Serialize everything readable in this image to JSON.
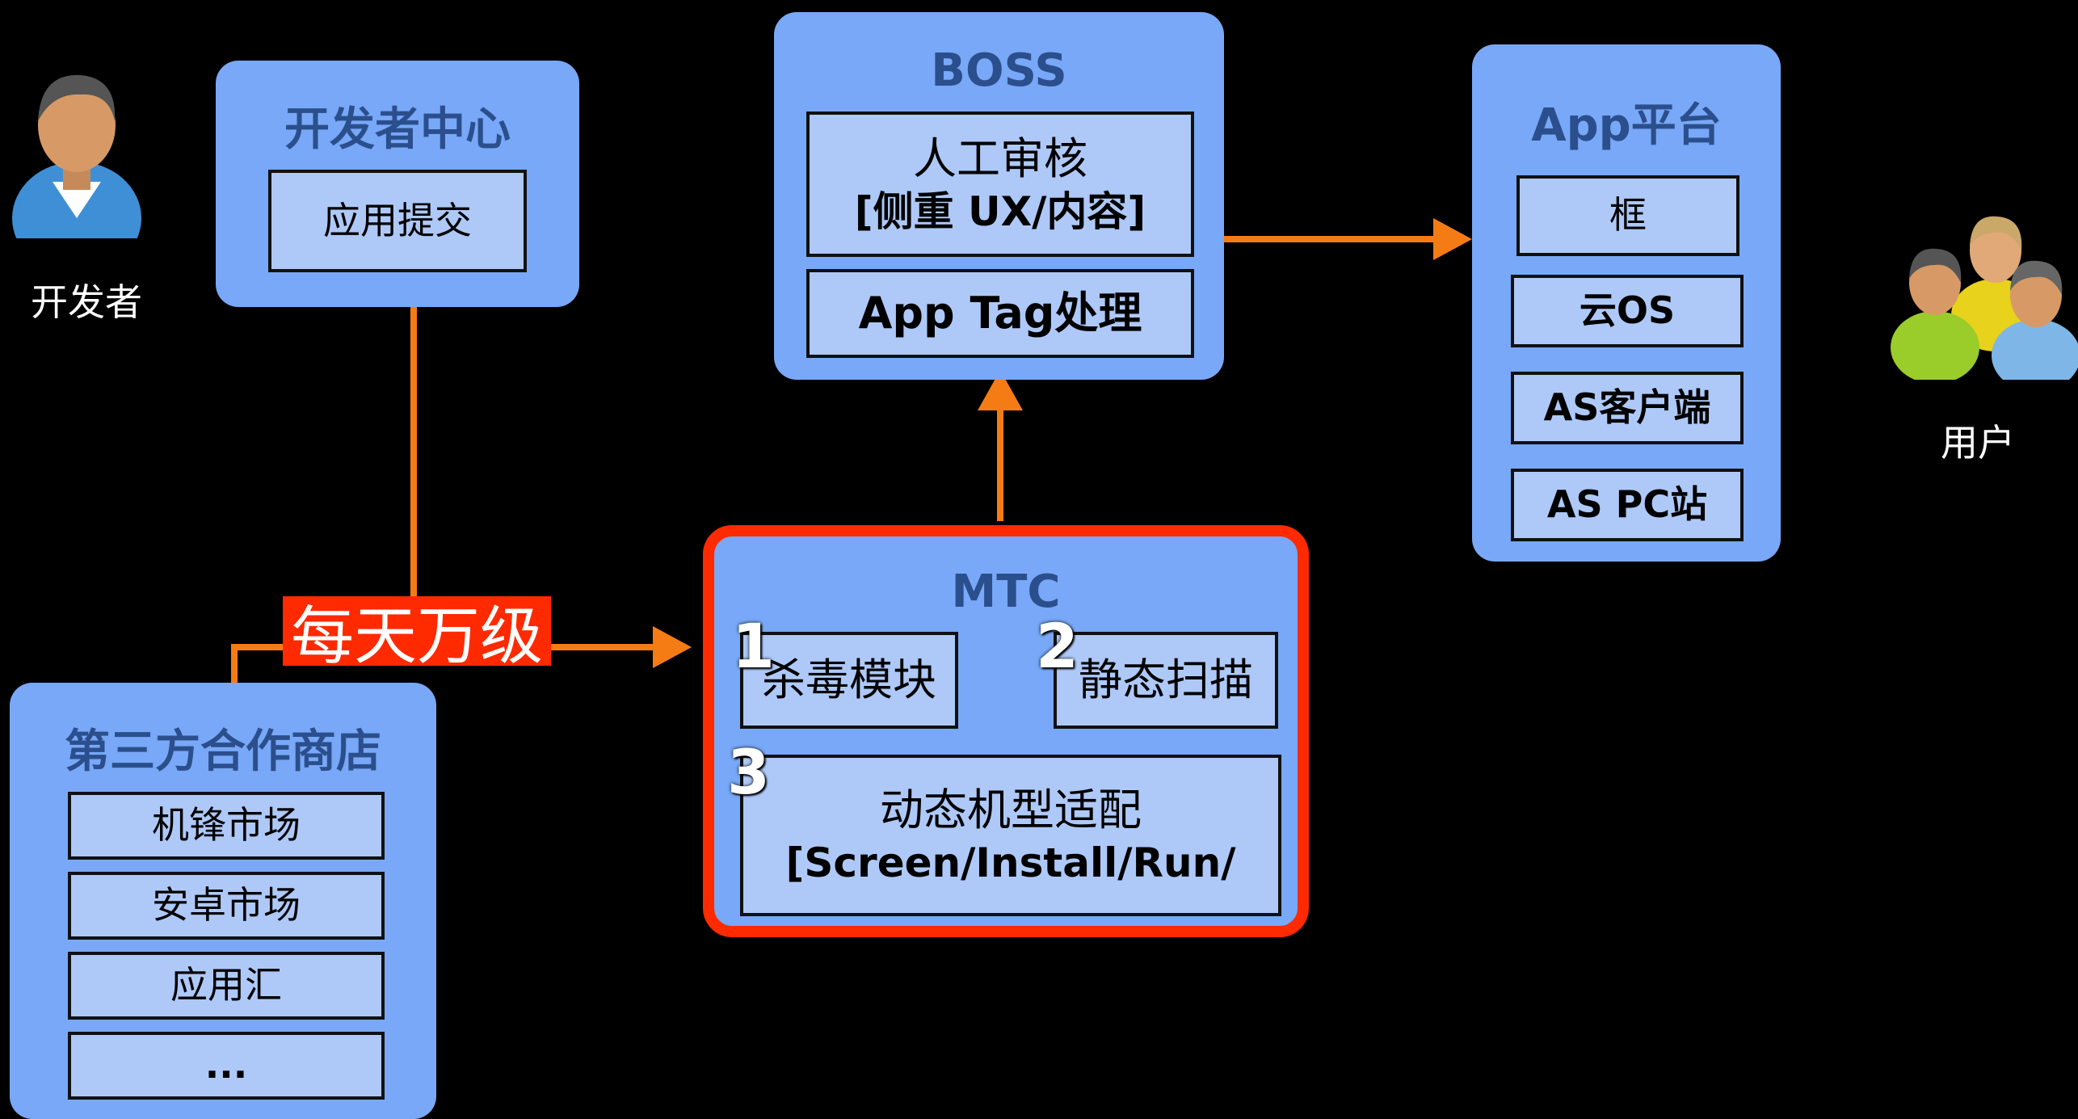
{
  "developer": {
    "label": "开发者"
  },
  "users": {
    "label": "用户"
  },
  "dev_center": {
    "title": "开发者中心",
    "item": "应用提交"
  },
  "third_party": {
    "title": "第三方合作商店",
    "items": [
      "机锋市场",
      "安卓市场",
      "应用汇",
      "..."
    ]
  },
  "badge": {
    "text": "每天万级"
  },
  "boss": {
    "title": "BOSS",
    "review_line1": "人工审核",
    "review_line2": "[侧重 UX/内容]",
    "tag": "App Tag处理"
  },
  "mtc": {
    "title": "MTC",
    "module1": {
      "num": "1",
      "label": "杀毒模块"
    },
    "module2": {
      "num": "2",
      "label": "静态扫描"
    },
    "module3": {
      "num": "3",
      "line1": "动态机型适配",
      "line2": "[Screen/Install/Run/"
    }
  },
  "app_platform": {
    "title": "App平台",
    "items": [
      "框",
      "云OS",
      "AS客户端",
      "AS PC站"
    ]
  },
  "colors": {
    "accent": "#f57c14",
    "panel": "#78a8f7",
    "box": "#aec9f8",
    "highlight": "#ff2a00"
  }
}
